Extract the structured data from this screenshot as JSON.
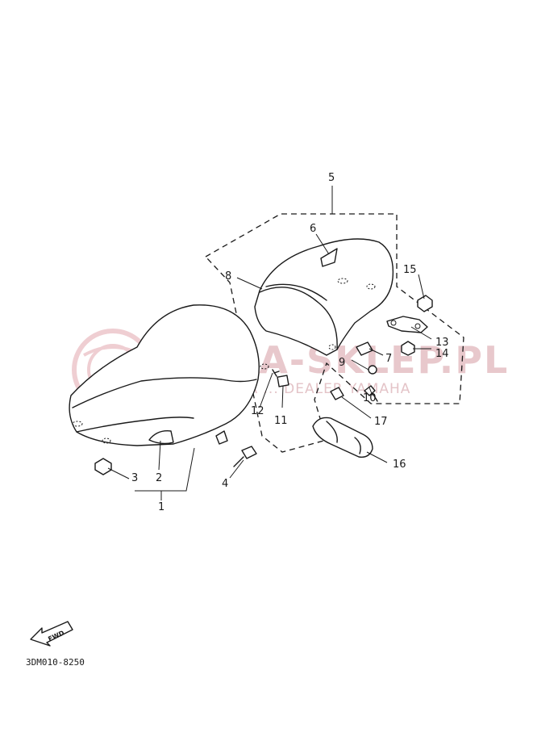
{
  "watermark": {
    "title": "YAMA-SKLEP.PL",
    "subtitle": "WOJCIECHA ... DEALER YAMAHA",
    "color": "#e8c8cc"
  },
  "diagram_code": "3DM010-8250",
  "direction_marker": "FWD",
  "callouts": {
    "c1": "1",
    "c2": "2",
    "c3": "3",
    "c4": "4",
    "c5": "5",
    "c6": "6",
    "c7": "7",
    "c8": "8",
    "c9": "9",
    "c10": "10",
    "c11": "11",
    "c12": "12",
    "c13": "13",
    "c14": "14",
    "c15": "15",
    "c16": "16",
    "c17": "17"
  }
}
